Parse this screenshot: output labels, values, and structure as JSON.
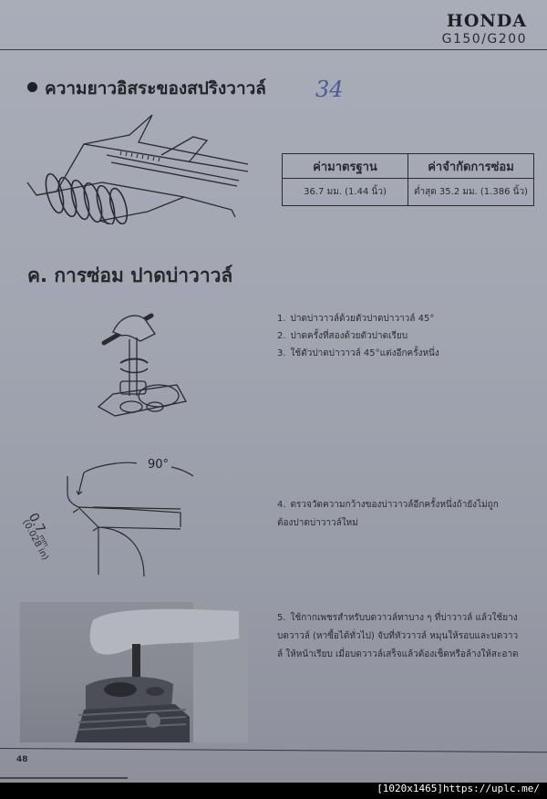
{
  "header": {
    "brand": "HONDA",
    "model": "G150/G200"
  },
  "section1": {
    "title": "ความยาวอิสระของสปริงวาวล์",
    "handwritten_note": "34",
    "figure_icon": "caliper-measuring-spring-icon"
  },
  "spec_table": {
    "headers": [
      "ค่ามาตรฐาน",
      "ค่าจำกัดการซ่อม"
    ],
    "rows": [
      [
        "36.7 มม. (1.44 นิ้ว)",
        "ต่ำสุด 35.2 มม. (1.386 นิ้ว)"
      ]
    ]
  },
  "section2": {
    "title": "ค. การซ่อม ปาดบ่าวาวล์",
    "steps": [
      {
        "num": "1.",
        "text": "ปาดบ่าวาวล์ด้วยตัวปาดบ่าวาวล์ 45°"
      },
      {
        "num": "2.",
        "text": "ปาดครั้งที่สองด้วยตัวปาดเรียบ"
      },
      {
        "num": "3.",
        "text": "ใช้ตัวปาดบ่าวาวล์ 45°แต่งอีกครั้งหนึ่ง"
      },
      {
        "num": "4.",
        "text": "ตรวจวัดความกว้างของบ่าวาวล์อีกครั้งหนึ่งถ้ายังไม่ถูกต้องปาดบ่าวาวล์ใหม่"
      },
      {
        "num": "5.",
        "text": "ใช้กากเพชรสำหรับบดวาวล์ทาบาง ๆ ที่บ่าวาวล์   แล้วใช้ยางบดวาวล์ (หาซื้อได้ทั่วไป) จับที่หัววาวล์ หมุนให้รอบและบดวาวล์ ให้หน้าเรียบ เมื่อบดวาวล์เสร็จแล้วต้องเช็ดหรือล้างให้สะอาด"
      }
    ],
    "angle_figure": {
      "angle_label": "90°",
      "width_label": "0.7",
      "width_unit": "mm",
      "width_inch": "(0.028 in)"
    }
  },
  "footer": {
    "page_number": "48"
  },
  "watermark": "[1020x1465]https://uplc.me/"
}
